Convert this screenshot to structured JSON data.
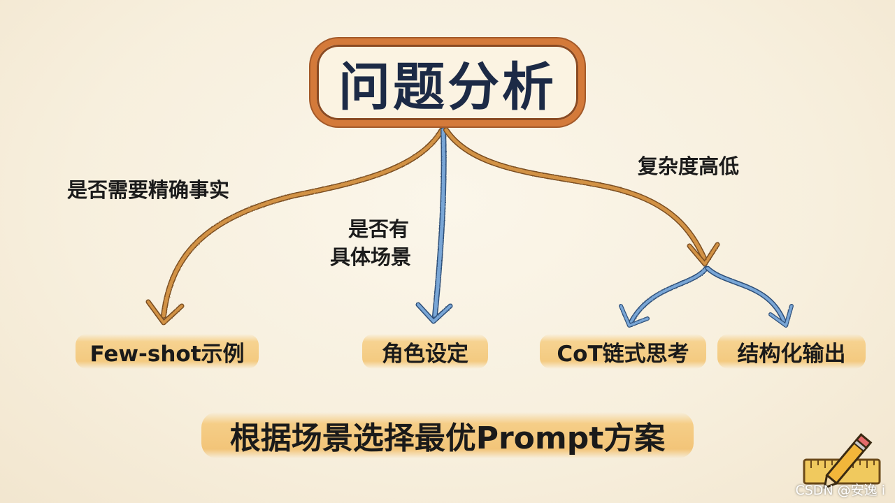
{
  "root": {
    "title": "问题分析"
  },
  "edges": [
    {
      "label": "是否需要精确事实",
      "color": "#c98a3a"
    },
    {
      "label_lines": [
        "是否有",
        "具体场景"
      ],
      "color": "#6e9ccf"
    },
    {
      "label": "复杂度高低",
      "color": "#c98a3a"
    }
  ],
  "leaves": [
    "Few-shot示例",
    "角色设定",
    "CoT链式思考",
    "结构化输出"
  ],
  "summary": "根据场景选择最优Prompt方案",
  "watermark": "CSDN @安逸 i",
  "decoration": {
    "icon": "pencil-ruler-icon"
  },
  "colors": {
    "root_border": "#d47a3a",
    "root_text": "#1c2a46",
    "arrow_orange": "#c98a3a",
    "arrow_blue": "#6e9ccf",
    "highlight": "#f3c676",
    "background": "#f8f1e1"
  }
}
